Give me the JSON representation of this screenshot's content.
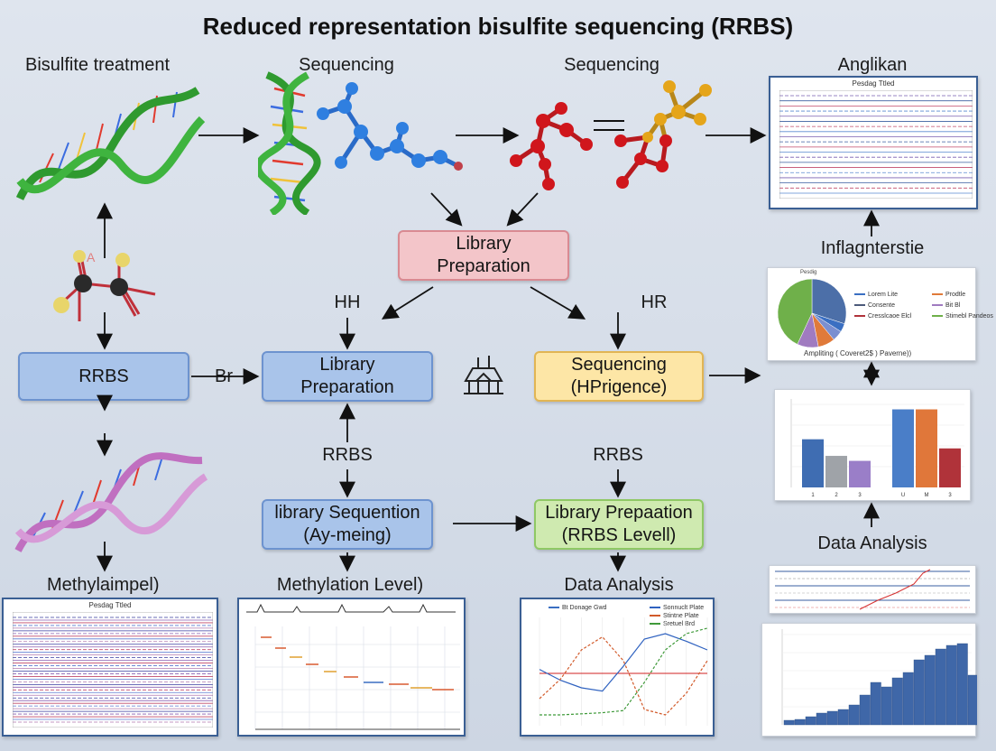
{
  "title": "Reduced representation bisulfite sequencing (RRBS)",
  "labels": {
    "bisulfite_treatment": "Bisulfite treatment",
    "sequencing_1": "Sequencing",
    "sequencing_2": "Sequencing",
    "anglikan": "Anglikan",
    "inflagnterstie": "Inflagnterstie",
    "hh": "HH",
    "hr": "HR",
    "br": "Br",
    "rrbs_mid": "RRBS",
    "rrbs_right": "RRBS",
    "data_analysis_right": "Data Analysis",
    "methylaimpel": "Methylaimpel)",
    "methylation_level": "Methylation Level)",
    "data_analysis_bottom": "Data Analysis",
    "molecule_tag": "A"
  },
  "boxes": {
    "library_preparation_top": "Library Preparation",
    "rrbs": "RRBS",
    "library_preparation_mid_line1": "Library",
    "library_preparation_mid_line2": "Preparation",
    "sequencing_box_line1": "Sequencing",
    "sequencing_box_line2": "(HPrigence)",
    "library_sequention_line1": "library Sequention",
    "library_sequention_line2": "(Ay-meing)",
    "library_prepaation_line1": "Library Prepaation",
    "library_prepaation_line2": "(RRBS Levell)"
  },
  "panels": {
    "anglikan_title": "Pesdag Ttled",
    "bottom_left_title": "Pesdag Ttled",
    "pie_title": "Pesdig",
    "pie_legend": [
      "Lorem Lite",
      "Prodtle",
      "Consente",
      "Bit Bl",
      "Cresslcaoe Elcl",
      "Stimebl Pandeos"
    ],
    "pie_caption": "Ampliting  (  Coveret2$  )  Paverne))",
    "line_chart_legend_main": "Bt Donage Gwd",
    "line_chart_legend": [
      "Sonnuclt Plate",
      "Stintne Plate",
      "Sretuel Brd"
    ]
  },
  "colors": {
    "blue_box": "#a9c4ea",
    "pink_box": "#f3c5c9",
    "yellow_box": "#fde6a6",
    "green_box": "#cfeab0",
    "panel_border": "#3a5f94",
    "dna_green": "#2f9a2f",
    "dna_pink": "#c06fc0",
    "molecule_blue": "#2f7fe0",
    "molecule_red": "#d0161c",
    "molecule_gold": "#e5a51a"
  },
  "chart_data": [
    {
      "type": "pie",
      "title": "Pesdig",
      "categories": [
        "Lorem Lite",
        "Consente",
        "Cresslcaoe Elcl",
        "Prodtle",
        "Bit Bl",
        "Stimebl Pandeos"
      ],
      "values": [
        30,
        4,
        5,
        8,
        10,
        43
      ],
      "colors": [
        "#4c6fa8",
        "#3a6fc2",
        "#7b8fd0",
        "#e07a3a",
        "#a07bc0",
        "#6fb04a"
      ]
    },
    {
      "type": "bar",
      "categories": [
        "1",
        "2",
        "3",
        "U",
        "M",
        "3"
      ],
      "values": [
        0.58,
        0.38,
        0.32,
        0.94,
        0.94,
        0.47
      ],
      "colors": [
        "#3f6db2",
        "#9fa3a8",
        "#9a7ec8",
        "#4a7ec8",
        "#e0773a",
        "#b0333a"
      ]
    },
    {
      "type": "bar",
      "values": [
        0.05,
        0.06,
        0.09,
        0.13,
        0.15,
        0.17,
        0.22,
        0.33,
        0.47,
        0.42,
        0.52,
        0.58,
        0.72,
        0.77,
        0.84,
        0.88,
        0.9,
        0.55
      ]
    },
    {
      "type": "line",
      "title": "Bt Donage Gwd",
      "series": [
        {
          "name": "Sonnuclt Plate",
          "values": [
            0.52,
            0.42,
            0.35,
            0.32,
            0.55,
            0.8,
            0.85,
            0.78,
            0.7
          ]
        },
        {
          "name": "Stintne Plate",
          "values": [
            0.25,
            0.43,
            0.7,
            0.82,
            0.6,
            0.15,
            0.1,
            0.3,
            0.6
          ]
        },
        {
          "name": "Sretuel Brd",
          "values": [
            0.1,
            0.1,
            0.11,
            0.12,
            0.14,
            0.4,
            0.7,
            0.85,
            0.9
          ]
        }
      ]
    }
  ]
}
